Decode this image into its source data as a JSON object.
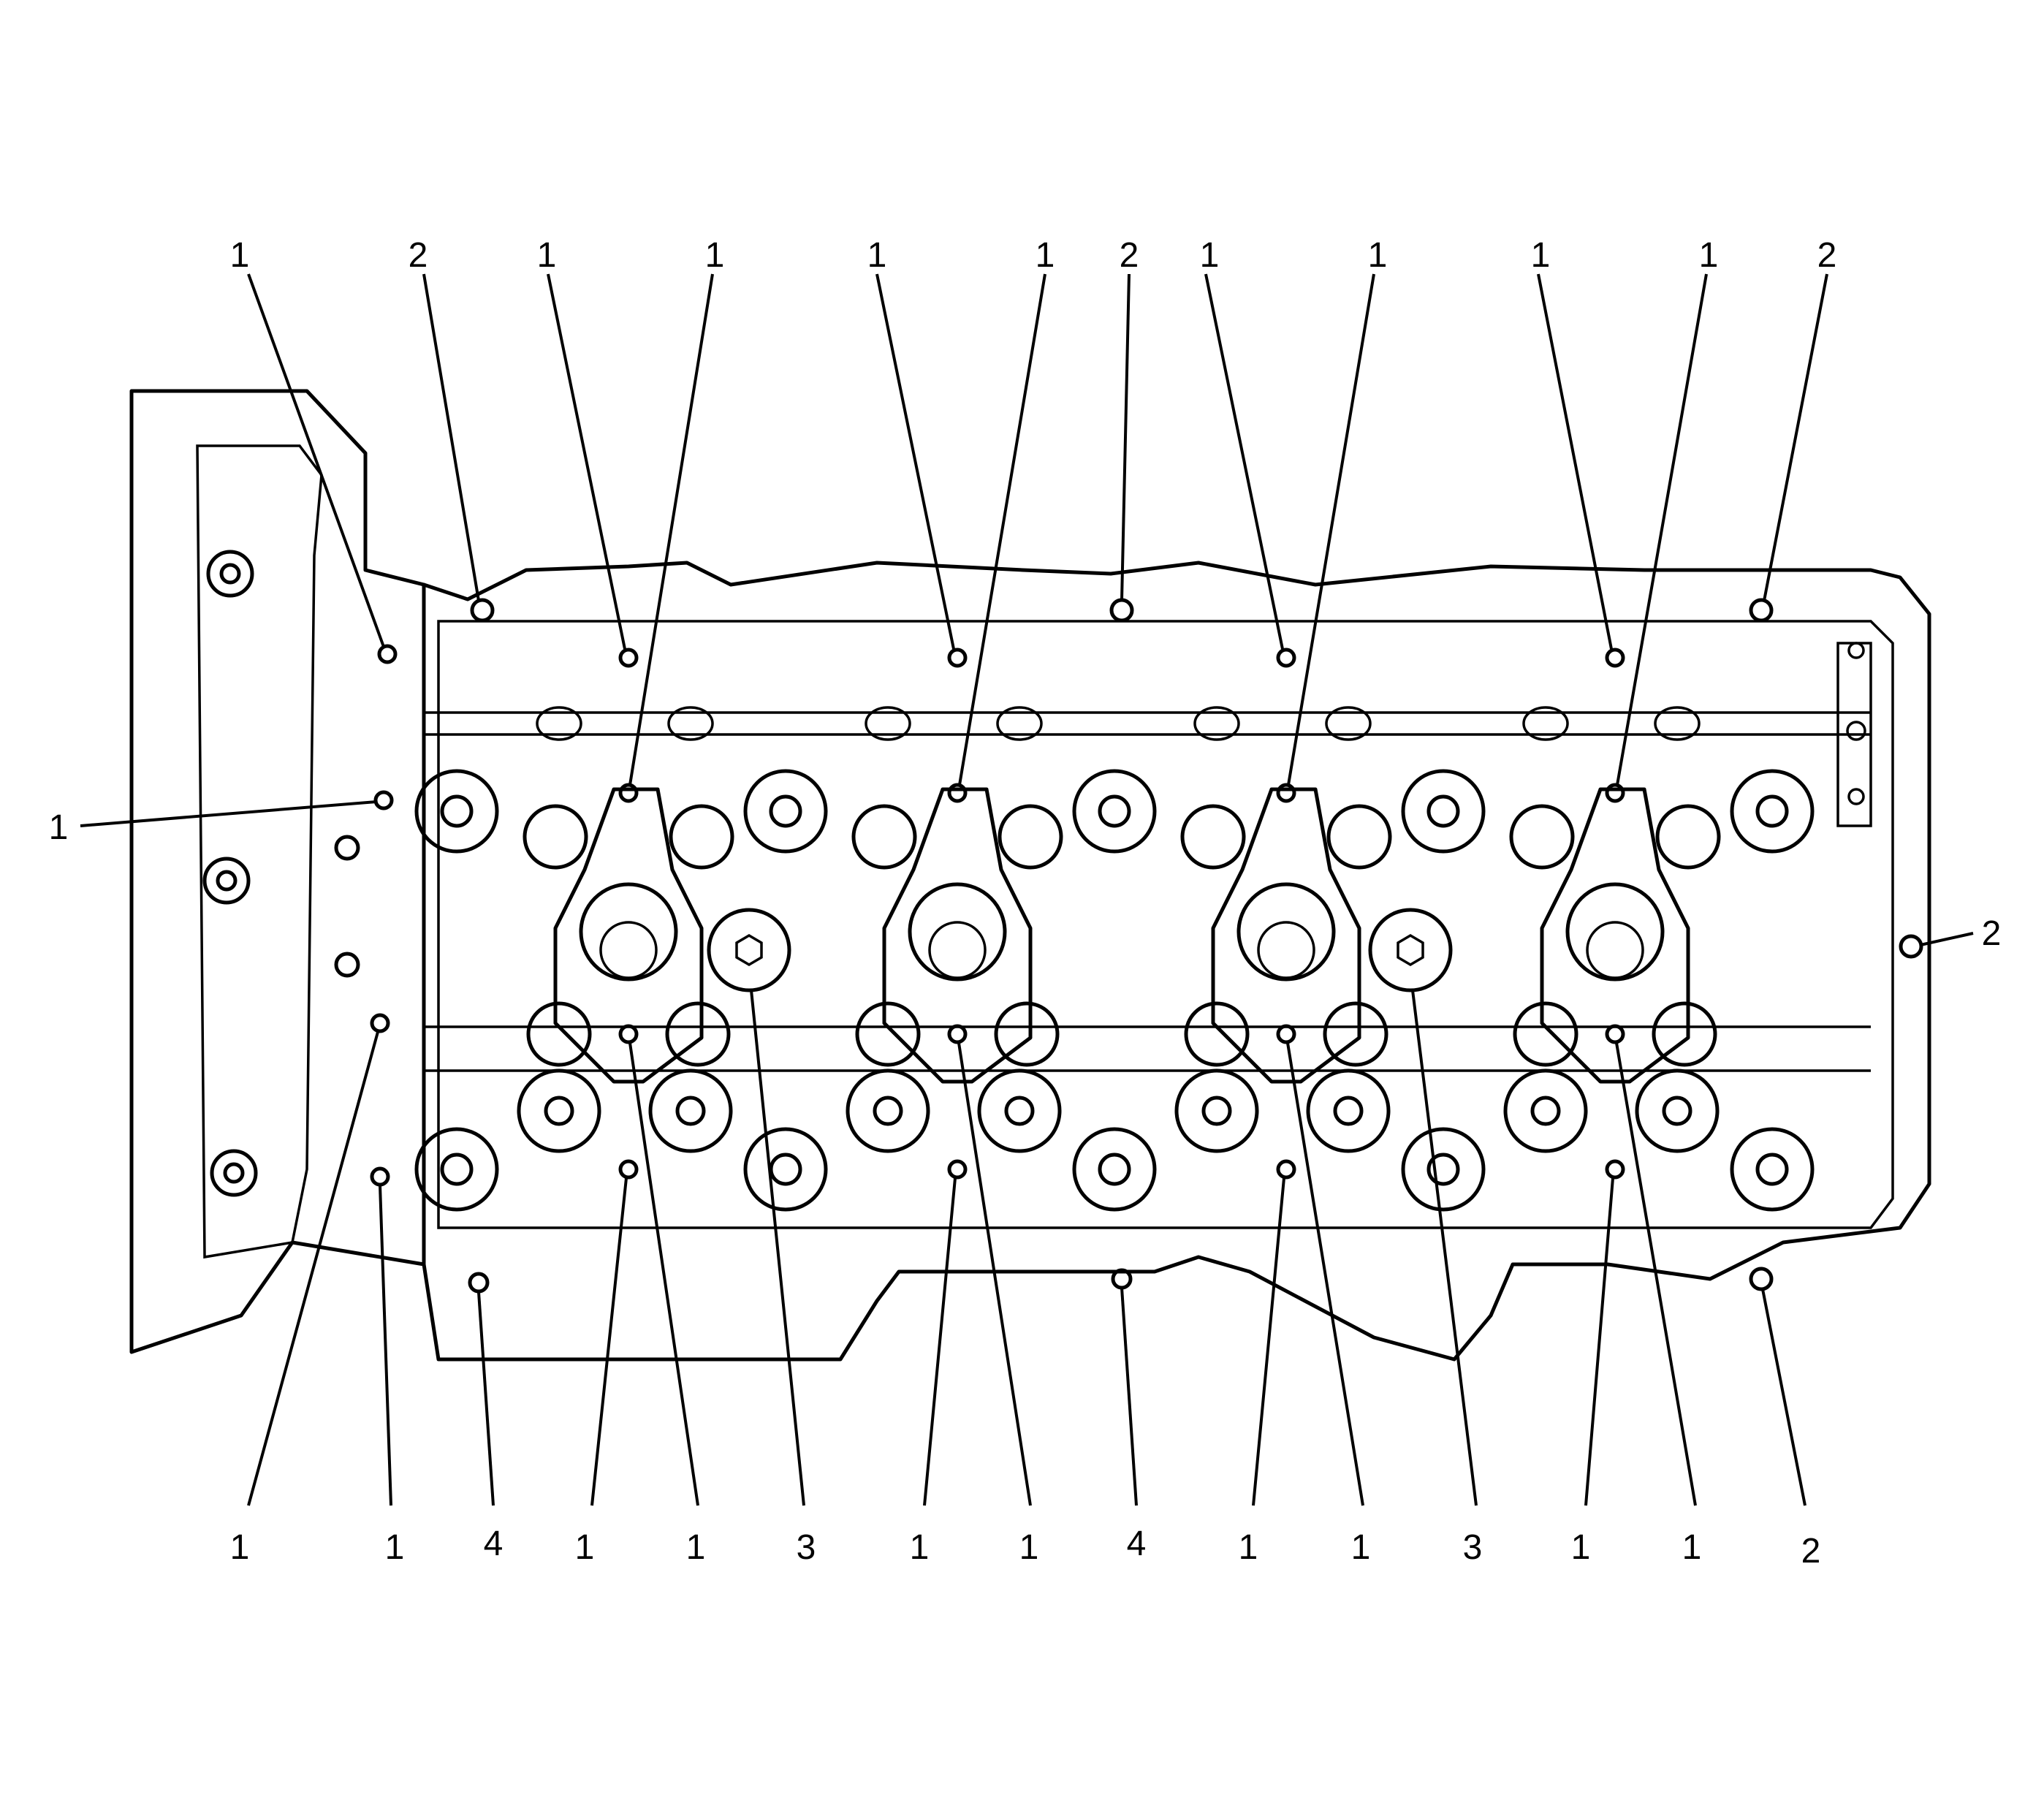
{
  "callouts": {
    "top": [
      "1",
      "2",
      "1",
      "1",
      "1",
      "1",
      "2",
      "1",
      "1",
      "1",
      "1",
      "2"
    ],
    "left": "1",
    "right": "2",
    "bottom": [
      "1",
      "1",
      "4",
      "1",
      "1",
      "3",
      "1",
      "1",
      "4",
      "1",
      "1",
      "3",
      "1",
      "1",
      "2"
    ]
  }
}
